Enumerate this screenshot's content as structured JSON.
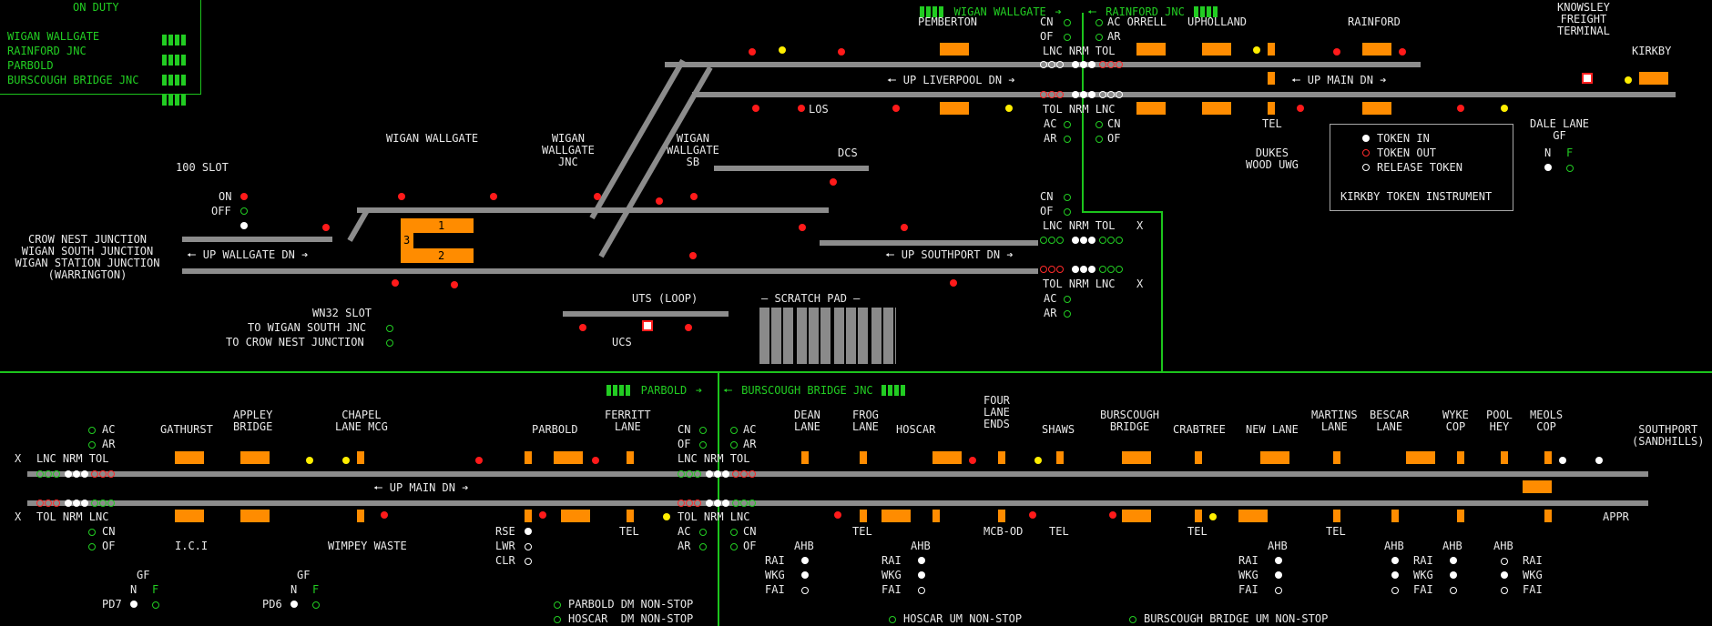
{
  "on_duty": {
    "title": "ON DUTY",
    "boxes": [
      "WIGAN WALLGATE",
      "RAINFORD JNC",
      "PARBOLD",
      "BURSCOUGH BRIDGE JNC"
    ]
  },
  "area_headers": {
    "wigan": "WIGAN WALLGATE",
    "rainford": "RAINFORD JNC",
    "parbold": "PARBOLD",
    "burscough": "BURSCOUGH BRIDGE JNC"
  },
  "top_left": {
    "slot100": "100 SLOT",
    "on": "ON",
    "off": "OFF",
    "wallgate": "WIGAN WALLGATE",
    "wallgate_jnc": "WIGAN\nWALLGATE\nJNC",
    "wallgate_sb": "WIGAN\nWALLGATE\nSB",
    "dcs": "DCS",
    "junctions": "CROW NEST JUNCTION\nWIGAN SOUTH JUNCTION\nWIGAN STATION JUNCTION\n(WARRINGTON)",
    "up_wallgate": "UP WALLGATE DN",
    "wn32": "WN32 SLOT",
    "to_wigan_south": "TO WIGAN SOUTH JNC",
    "to_crow_nest": "TO CROW NEST JUNCTION",
    "uts": "UTS (LOOP)",
    "ucs": "UCS",
    "scratch": "SCRATCH PAD",
    "los": "LOS",
    "up_liverpool": "UP LIVERPOOL DN",
    "up_southport": "UP SOUTHPORT DN",
    "plat": [
      "1",
      "2",
      "3"
    ]
  },
  "top_mid": {
    "pemberton": "PEMBERTON",
    "cn": "CN",
    "of": "OF",
    "ac": "AC",
    "ar": "AR",
    "lnc_nrm_tol": "LNC NRM TOL",
    "tol_nrm_lnc": "TOL NRM LNC",
    "x": "X"
  },
  "top_right": {
    "ac_orrell": "AC ORRELL",
    "ar": "AR",
    "upholland": "UPHOLLAND",
    "rainford": "RAINFORD",
    "knowsley": "KNOWSLEY\nFREIGHT\nTERMINAL",
    "kirkby": "KIRKBY",
    "up_main": "UP MAIN DN",
    "tel": "TEL",
    "cn": "CN",
    "of": "OF",
    "dukes": "DUKES\nWOOD UWG",
    "dale_lane": "DALE LANE\nGF",
    "n": "N",
    "f": "F",
    "token_in": "TOKEN IN",
    "token_out": "TOKEN OUT",
    "release": "RELEASE TOKEN",
    "kirkby_ti": "KIRKBY TOKEN INSTRUMENT"
  },
  "bottom": {
    "lnc_nrm_tol": "LNC NRM TOL",
    "tol_nrm_lnc": "TOL NRM LNC",
    "ac": "AC",
    "ar": "AR",
    "cn": "CN",
    "of": "OF",
    "gathurst": "GATHURST",
    "appley": "APPLEY\nBRIDGE",
    "chapel": "CHAPEL\nLANE MCG",
    "parbold": "PARBOLD",
    "ferritt": "FERRITT\nLANE",
    "up_main": "UP MAIN DN",
    "ici": "I.C.I",
    "wimpey": "WIMPEY WASTE",
    "gf": "GF",
    "pd7": "PD7",
    "pd6": "PD6",
    "n": "N",
    "f": "F",
    "rse": "RSE",
    "lwr": "LWR",
    "clr": "CLR",
    "tel": "TEL",
    "parbold_dm": "PARBOLD DM NON-STOP",
    "hoscar_dm": "HOSCAR  DM NON-STOP",
    "dean": "DEAN\nLANE",
    "frog": "FROG\nLANE",
    "hoscar": "HOSCAR",
    "four_lane": "FOUR\nLANE\nENDS",
    "shaws": "SHAWS",
    "burscough": "BURSCOUGH\nBRIDGE",
    "crabtree": "CRABTREE",
    "new_lane": "NEW LANE",
    "martins": "MARTINS\nLANE",
    "bescar": "BESCAR\nLANE",
    "wyke": "WYKE\nCOP",
    "pool": "POOL\nHEY",
    "meols": "MEOLS\nCOP",
    "southport": "SOUTHPORT\n(SANDHILLS)",
    "mcb": "MCB-OD",
    "appr": "APPR",
    "ahb": "AHB",
    "rai": "RAI",
    "wkg": "WKG",
    "fai": "FAI",
    "hoscar_um": "HOSCAR UM NON-STOP",
    "burscough_um": "BURSCOUGH BRIDGE UM NON-STOP",
    "x": "X"
  },
  "colors": {
    "track": "#8c8c8c",
    "accent": "#22cc22",
    "berth": "#ff8c00",
    "signal_red": "#ff1a1a",
    "signal_yellow": "#ffee00"
  }
}
